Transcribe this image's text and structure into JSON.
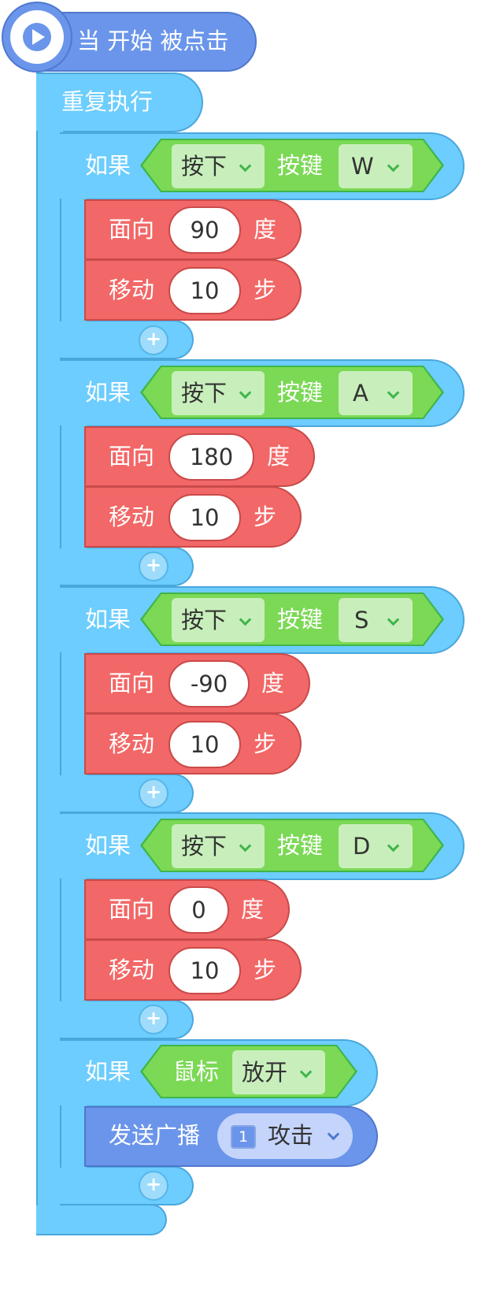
{
  "hat": {
    "label": "当 开始 被点击",
    "icon": "play-icon"
  },
  "loop": {
    "label": "重复执行"
  },
  "if_blocks": [
    {
      "if_label": "如果",
      "condition": {
        "press_value": "按下",
        "key_label": "按键",
        "key_value": "W"
      },
      "face": {
        "label": "面向",
        "value": "90",
        "unit": "度"
      },
      "move": {
        "label": "移动",
        "value": "10",
        "unit": "步"
      }
    },
    {
      "if_label": "如果",
      "condition": {
        "press_value": "按下",
        "key_label": "按键",
        "key_value": "A"
      },
      "face": {
        "label": "面向",
        "value": "180",
        "unit": "度"
      },
      "move": {
        "label": "移动",
        "value": "10",
        "unit": "步"
      }
    },
    {
      "if_label": "如果",
      "condition": {
        "press_value": "按下",
        "key_label": "按键",
        "key_value": "S"
      },
      "face": {
        "label": "面向",
        "value": "-90",
        "unit": "度"
      },
      "move": {
        "label": "移动",
        "value": "10",
        "unit": "步"
      }
    },
    {
      "if_label": "如果",
      "condition": {
        "press_value": "按下",
        "key_label": "按键",
        "key_value": "D"
      },
      "face": {
        "label": "面向",
        "value": "0",
        "unit": "度"
      },
      "move": {
        "label": "移动",
        "value": "10",
        "unit": "步"
      }
    }
  ],
  "mouse_if": {
    "if_label": "如果",
    "condition": {
      "label": "鼠标",
      "value": "放开"
    },
    "broadcast": {
      "label": "发送广播",
      "badge": "1",
      "message": "攻击"
    }
  },
  "plus_symbol": "+",
  "colors": {
    "hat": "#6a95ea",
    "loop": "#6ccdfe",
    "motion": "#f26767",
    "sensing": "#7bd955"
  }
}
